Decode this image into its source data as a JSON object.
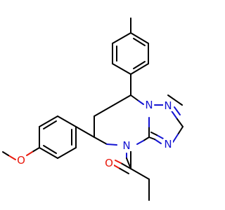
{
  "molecule": {
    "colors": {
      "carbon_bond": "#000000",
      "nitrogen": "#1414d2",
      "oxygen": "#e8190d",
      "background": "#ffffff"
    },
    "atom_labels": {
      "n_bridgehead": "N",
      "n_triazole_top": "N",
      "n_triazole_right": "N",
      "n_amide": "N",
      "o_carbonyl": "O",
      "o_methoxy": "O"
    }
  }
}
